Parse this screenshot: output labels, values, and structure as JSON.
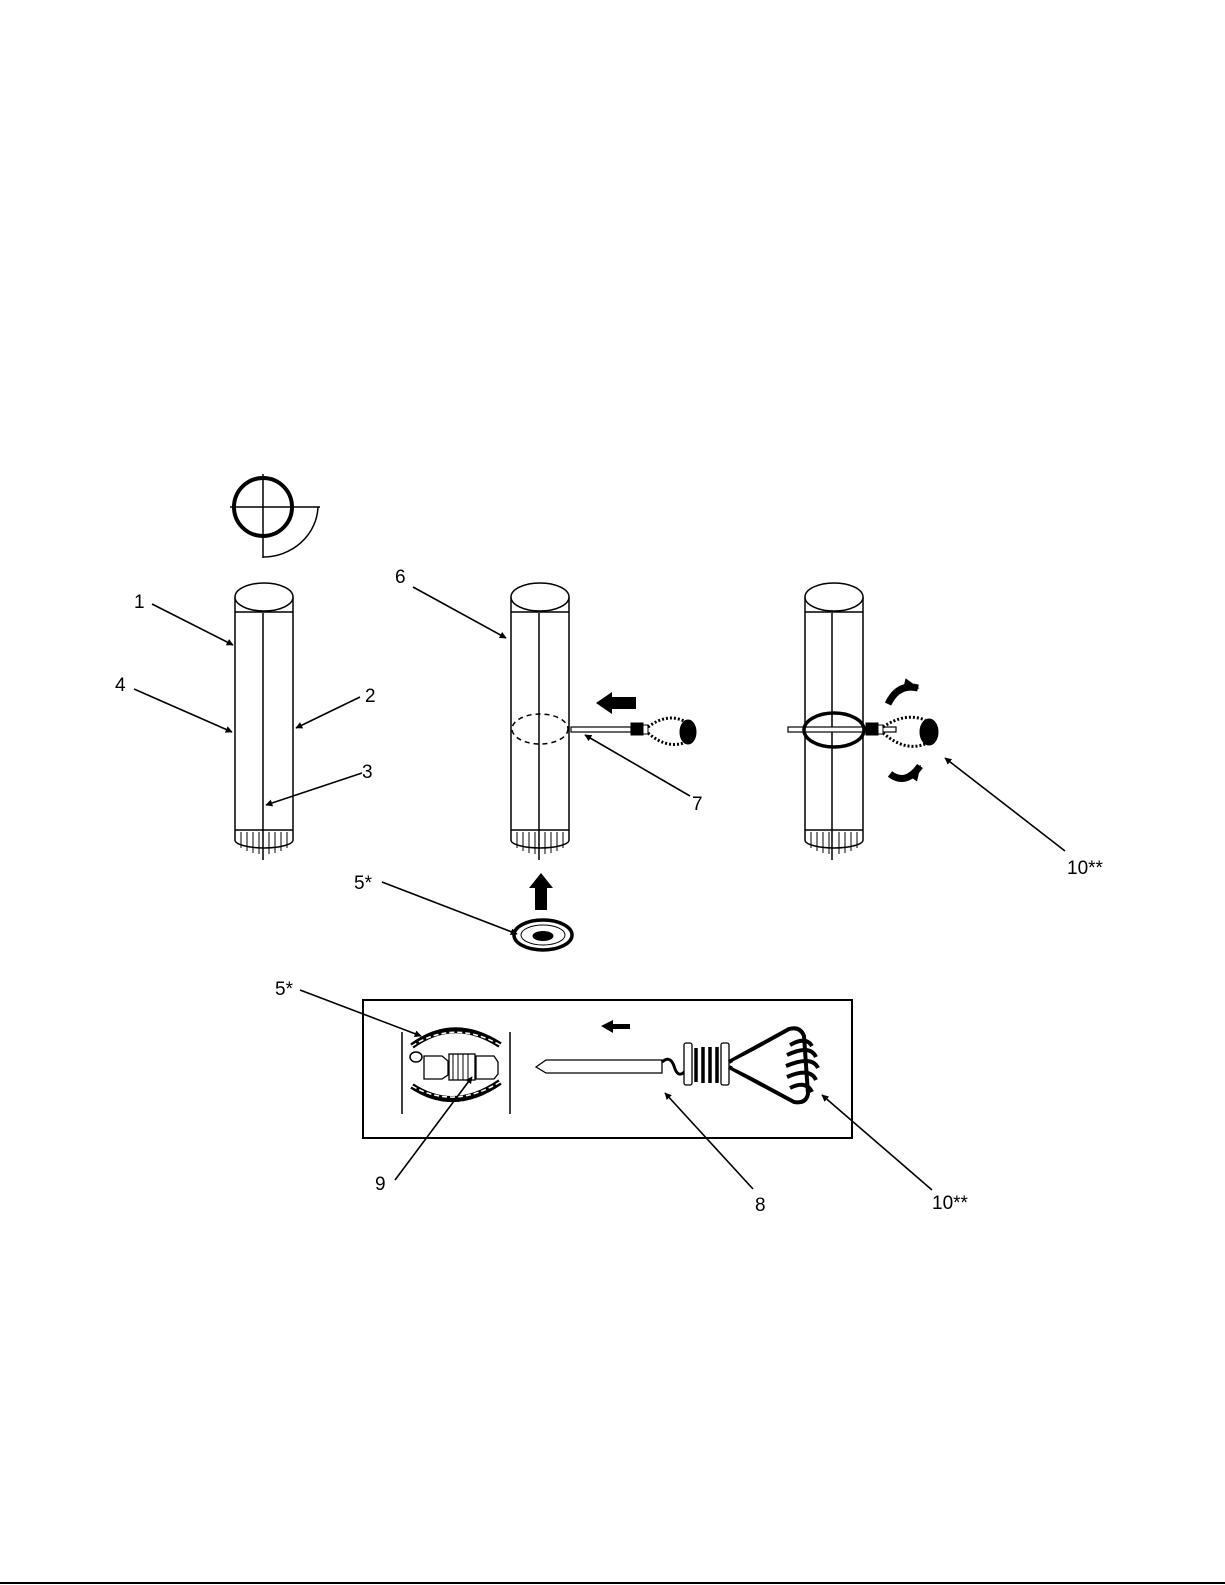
{
  "callouts": {
    "c1": "1",
    "c2": "2",
    "c3": "3",
    "c4": "4",
    "c5a": "5*",
    "c5b": "5*",
    "c6": "6",
    "c7": "7",
    "c8": "8",
    "c9": "9",
    "c10a": "10**",
    "c10b": "10**"
  },
  "colors": {
    "ink": "#000000",
    "paper": "#ffffff"
  }
}
